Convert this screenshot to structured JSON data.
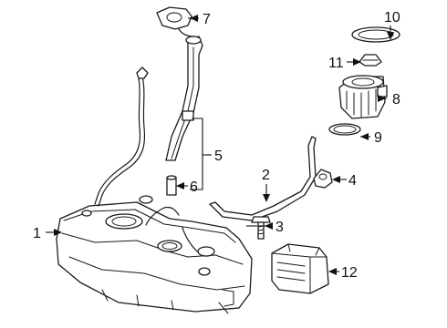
{
  "callouts": [
    {
      "id": "1",
      "part": "fuel-tank"
    },
    {
      "id": "2",
      "part": "tank-strap"
    },
    {
      "id": "3",
      "part": "bolt"
    },
    {
      "id": "4",
      "part": "nut"
    },
    {
      "id": "5",
      "part": "filler-pipe-assembly"
    },
    {
      "id": "6",
      "part": "filler-hose"
    },
    {
      "id": "7",
      "part": "filler-cap"
    },
    {
      "id": "8",
      "part": "fuel-pump-module"
    },
    {
      "id": "9",
      "part": "pump-seal-ring"
    },
    {
      "id": "10",
      "part": "pump-gasket"
    },
    {
      "id": "11",
      "part": "retainer"
    },
    {
      "id": "12",
      "part": "control-module"
    }
  ]
}
